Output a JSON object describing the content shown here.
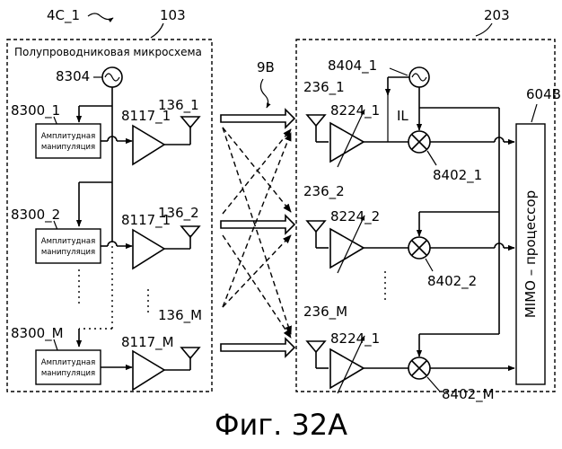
{
  "labels": {
    "system_ref": "4C_1",
    "tx_ref": "103",
    "rx_ref": "203",
    "chip_title": "Полупроводниковая микросхема",
    "oscillator_tx": "8304",
    "oscillator_rx": "8404_1",
    "channel_ref": "9B",
    "il": "IL",
    "mimo_ref": "604B",
    "mimo_text": "MIMO – процессор",
    "caption": "Фиг. 32A"
  },
  "tx_rows": [
    {
      "mod_ref": "8300_1",
      "amp_ref": "8117_1",
      "ant_ref": "136_1",
      "mod_line1": "Амплитудная",
      "mod_line2": "манипуляция"
    },
    {
      "mod_ref": "8300_2",
      "amp_ref": "8117_1",
      "ant_ref": "136_2",
      "mod_line1": "Амплитудная",
      "mod_line2": "манипуляция"
    },
    {
      "mod_ref": "8300_M",
      "amp_ref": "8117_M",
      "ant_ref": "136_M",
      "mod_line1": "Амплитудная",
      "mod_line2": "манипуляция"
    }
  ],
  "rx_rows": [
    {
      "ant_ref": "236_1",
      "amp_ref": "8224_1",
      "mixer_ref": "8402_1"
    },
    {
      "ant_ref": "236_2",
      "amp_ref": "8224_2",
      "mixer_ref": "8402_2"
    },
    {
      "ant_ref": "236_M",
      "amp_ref": "8224_1",
      "mixer_ref": "8402_M"
    }
  ]
}
